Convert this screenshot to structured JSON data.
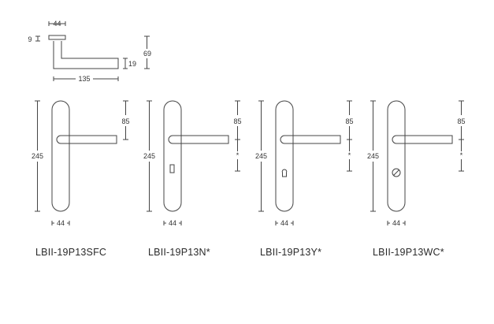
{
  "top_view": {
    "width_label": "44",
    "thickness_label": "9",
    "height_label": "69",
    "grip_label": "19",
    "length_label": "135"
  },
  "variants": [
    {
      "model": "LBII-19P13SFC",
      "height_label": "245",
      "offset_label": "85",
      "width_label": "44",
      "cutout": "none",
      "marker": ""
    },
    {
      "model": "LBII-19P13N*",
      "height_label": "245",
      "offset_label": "85",
      "width_label": "44",
      "cutout": "key",
      "marker": "*"
    },
    {
      "model": "LBII-19P13Y*",
      "height_label": "245",
      "offset_label": "85",
      "width_label": "44",
      "cutout": "cylinder",
      "marker": "*"
    },
    {
      "model": "LBII-19P13WC*",
      "height_label": "245",
      "offset_label": "85",
      "width_label": "44",
      "cutout": "wc-turn",
      "marker": "*"
    }
  ]
}
